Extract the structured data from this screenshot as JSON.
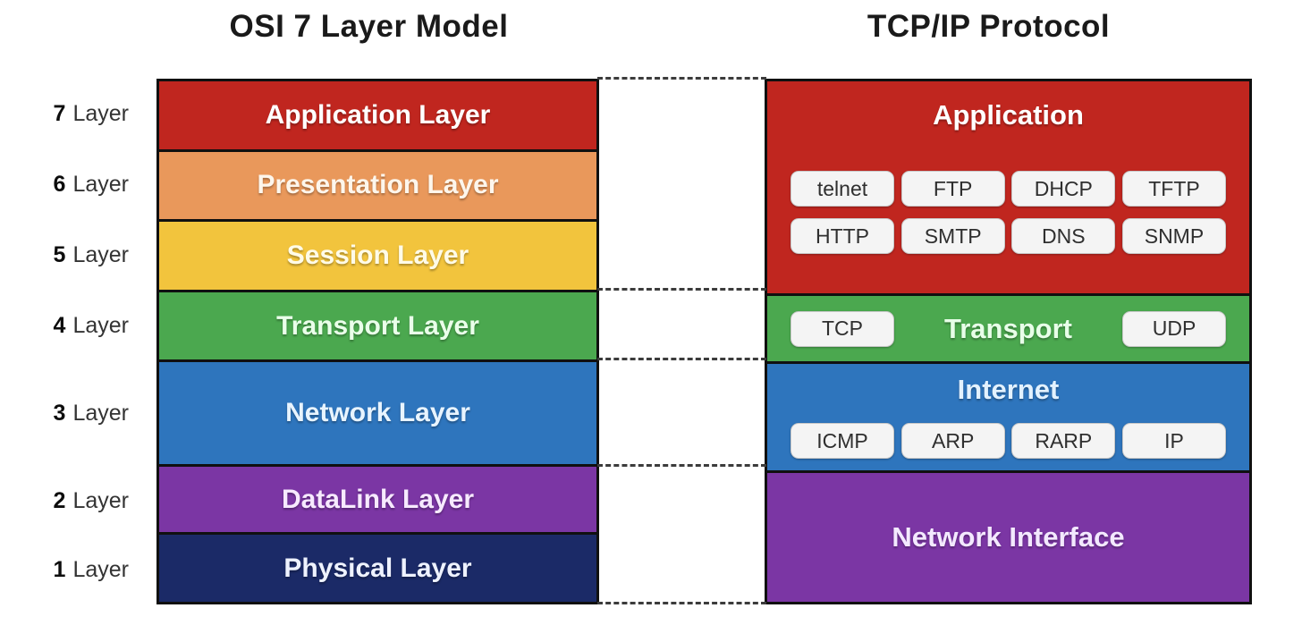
{
  "titles": {
    "left": "OSI 7 Layer Model",
    "right": "TCP/IP Protocol"
  },
  "side_label_word": "Layer",
  "colors": {
    "red": "#c0261f",
    "orange": "#e9985b",
    "yellow": "#f2c43d",
    "green": "#4ba84f",
    "blue": "#2e75bd",
    "purple": "#7b36a4",
    "navy": "#1b2a67",
    "stack_border": "#101010",
    "chip_bg": "#f4f4f4",
    "chip_border": "#c8c8c8",
    "chip_text": "#2f2f2f",
    "connector": "#3c3c3c",
    "title_text": "#1a1a1a"
  },
  "osi": {
    "layers": [
      {
        "number": "7",
        "name": "Application Layer",
        "color": "#c0261f",
        "text_color": "#ffffff"
      },
      {
        "number": "6",
        "name": "Presentation Layer",
        "color": "#e9985b",
        "text_color": "#fdf6ec"
      },
      {
        "number": "5",
        "name": "Session Layer",
        "color": "#f2c43d",
        "text_color": "#fffbe8"
      },
      {
        "number": "4",
        "name": "Transport Layer",
        "color": "#4ba84f",
        "text_color": "#eaffea"
      },
      {
        "number": "3",
        "name": "Network Layer",
        "color": "#2e75bd",
        "text_color": "#e8f4ff"
      },
      {
        "number": "2",
        "name": "DataLink Layer",
        "color": "#7b36a4",
        "text_color": "#f7eaff"
      },
      {
        "number": "1",
        "name": "Physical Layer",
        "color": "#1b2a67",
        "text_color": "#eef2ff"
      }
    ]
  },
  "tcpip": {
    "layers": [
      {
        "name": "Application",
        "color": "#c0261f",
        "text_color": "#ffffff",
        "layout": "title-top",
        "chip_rows": [
          [
            "telnet",
            "FTP",
            "DHCP",
            "TFTP"
          ],
          [
            "HTTP",
            "SMTP",
            "DNS",
            "SNMP"
          ]
        ]
      },
      {
        "name": "Transport",
        "color": "#4ba84f",
        "text_color": "#e8ffe9",
        "layout": "side-chips",
        "left_chip": "TCP",
        "right_chip": "UDP"
      },
      {
        "name": "Internet",
        "color": "#2e75bd",
        "text_color": "#e3f2ff",
        "layout": "title-top",
        "chip_rows": [
          [
            "ICMP",
            "ARP",
            "RARP",
            "IP"
          ]
        ]
      },
      {
        "name": "Network Interface",
        "color": "#7b36a4",
        "text_color": "#f3e9ff",
        "layout": "title-only",
        "chip_rows": []
      }
    ]
  }
}
